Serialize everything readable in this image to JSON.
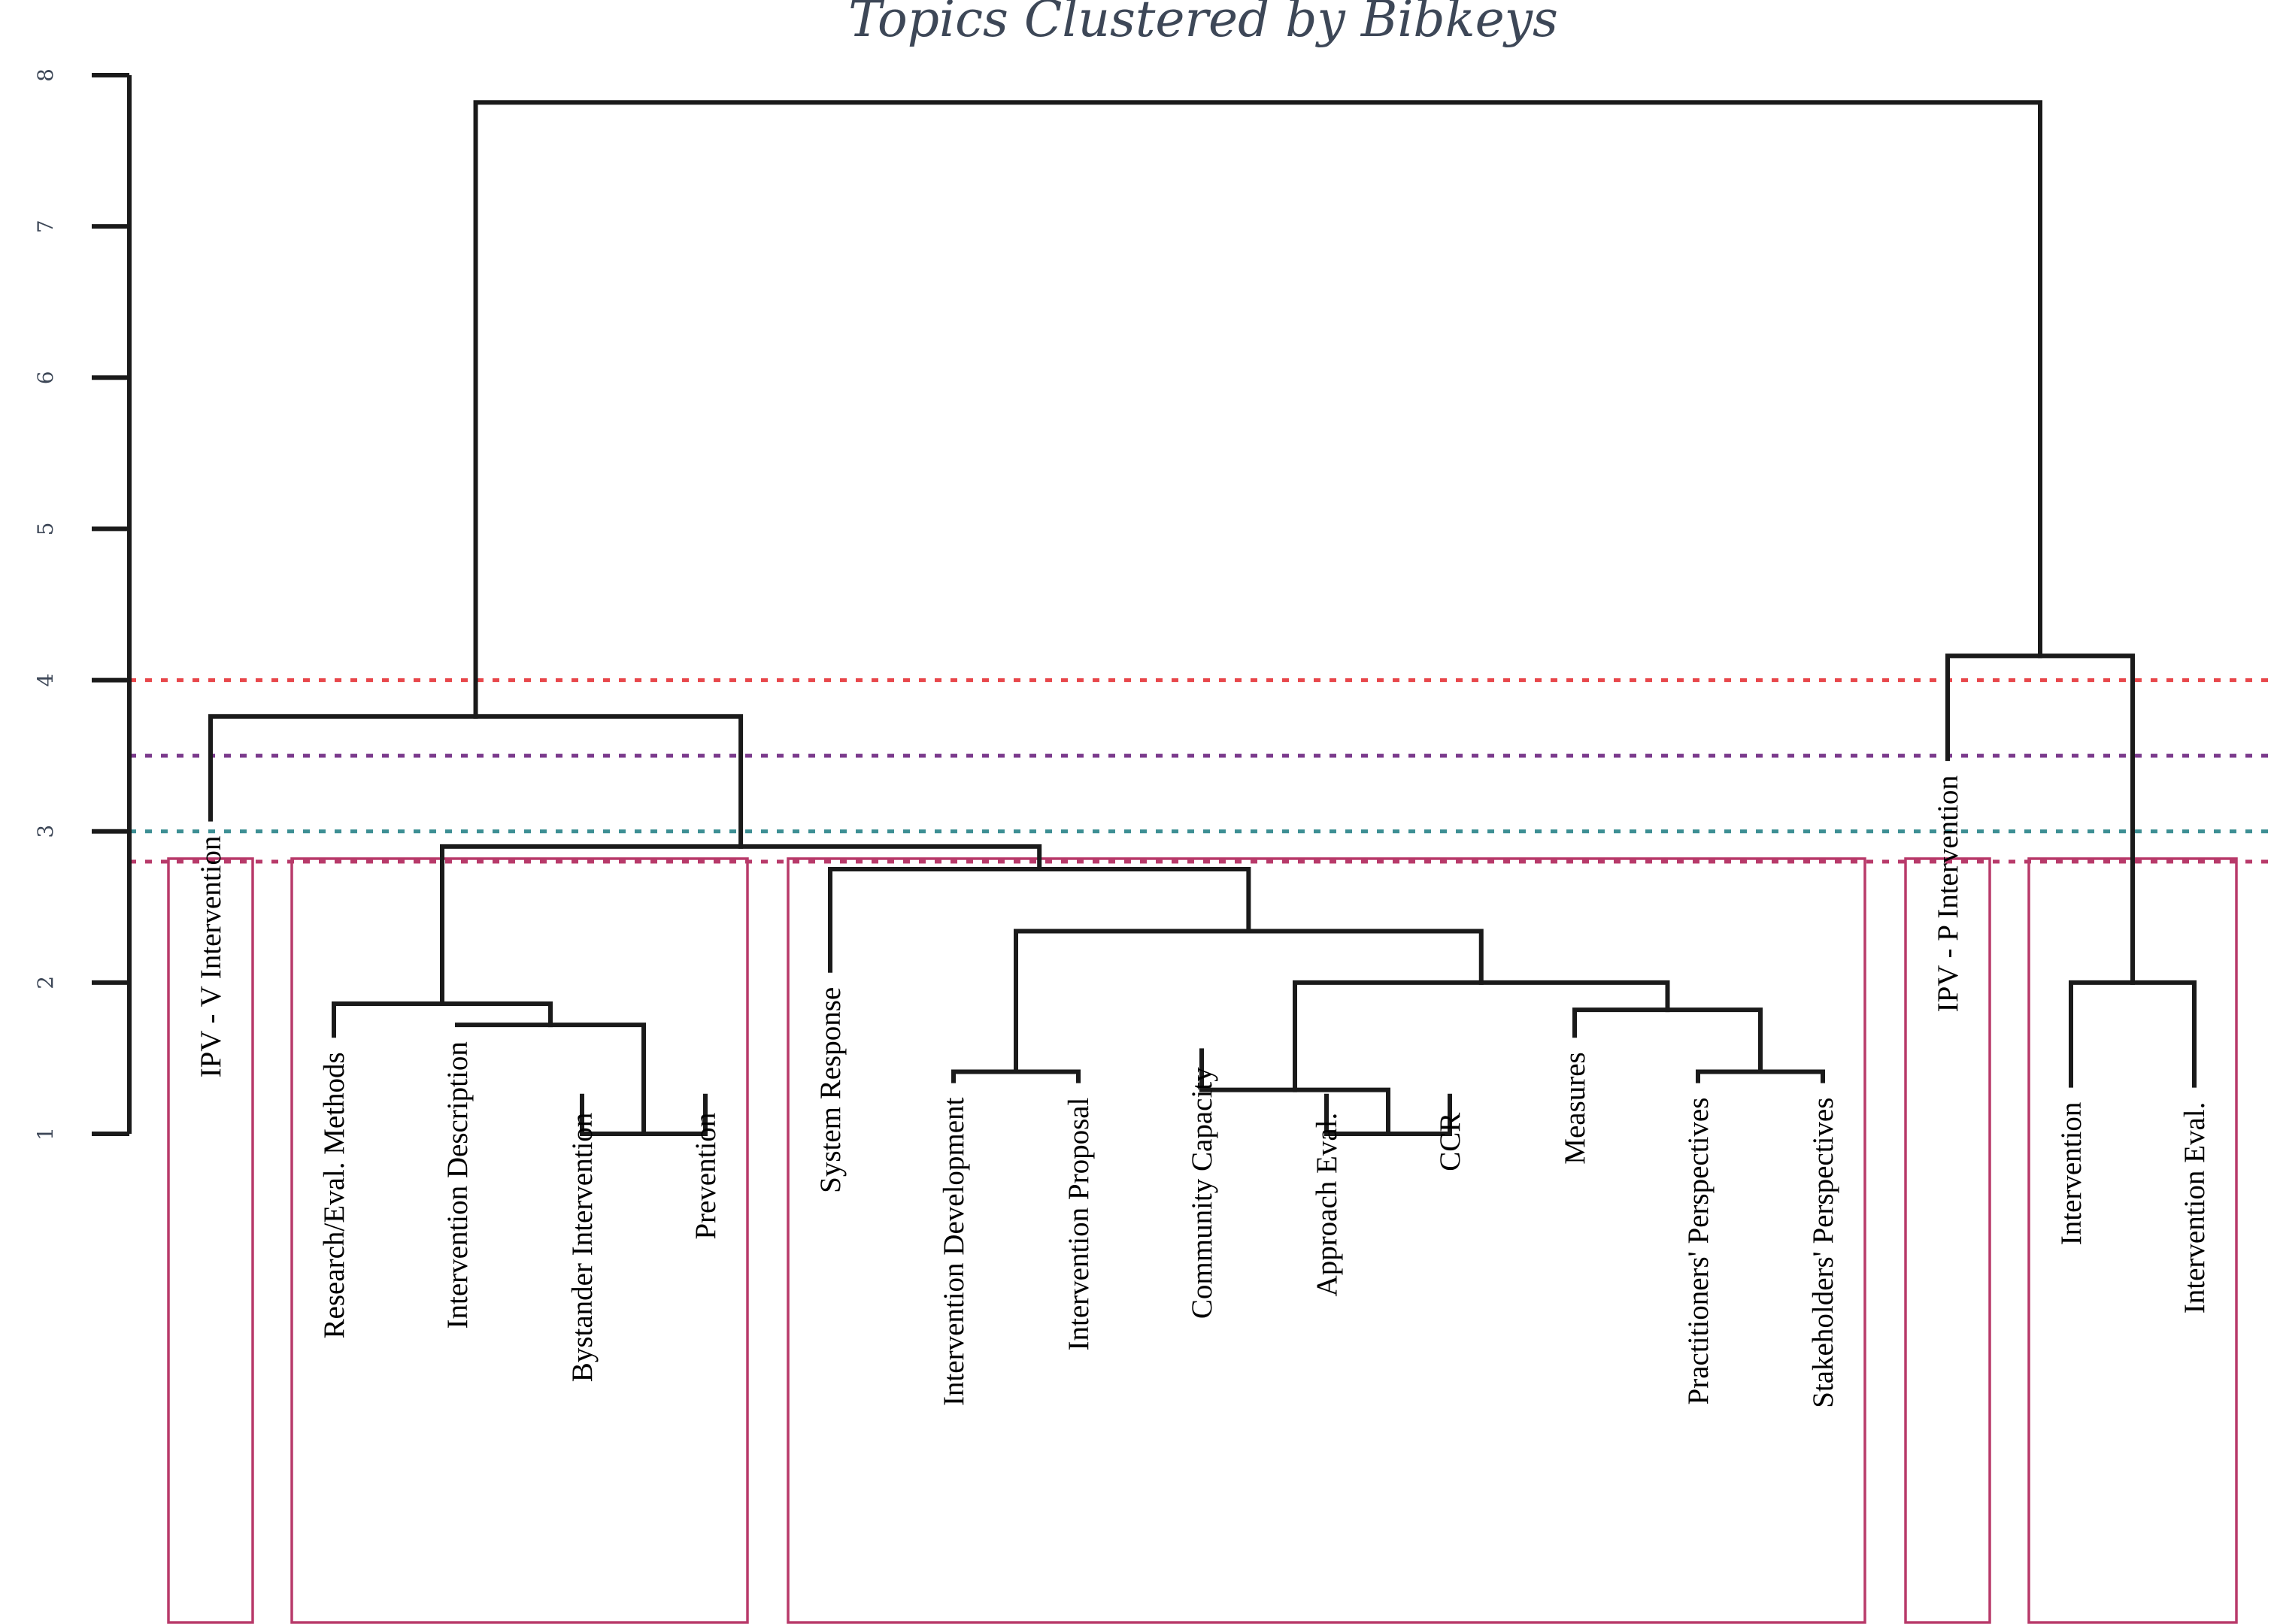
{
  "chart_data": {
    "type": "dendrogram",
    "title": "Topics Clustered by Bibkeys",
    "y_ticks": [
      1,
      2,
      3,
      4,
      5,
      6,
      7,
      8
    ],
    "ylim": [
      1,
      8
    ],
    "leaves": [
      "IPV - V Intervention",
      "Research/Eval. Methods",
      "Intervention Description",
      "Bystander Intervention",
      "Prevention",
      "System Response",
      "Intervention Development",
      "Intervention Proposal",
      "Community Capacity",
      "Approach Eval.",
      "CCR",
      "Measures",
      "Practitioners' Perspectives",
      "Stakeholders' Perspectives",
      "IPV - P Intervention",
      "Intervention",
      "Intervention Eval."
    ],
    "leaf_heights": [
      3.08,
      1.65,
      1.72,
      1.25,
      1.25,
      2.08,
      1.35,
      1.35,
      1.55,
      1.25,
      1.25,
      1.65,
      1.35,
      1.35,
      3.48,
      1.32,
      1.32
    ],
    "merges": [
      {
        "left": 3,
        "right": 4,
        "height": 1.0
      },
      {
        "left": 2,
        "right": 3,
        "height": 1.72
      },
      {
        "left": 1,
        "right": 2,
        "height": 1.86
      },
      {
        "left": 9,
        "right": 10,
        "height": 1.0
      },
      {
        "left": 8,
        "right": 9,
        "height": 1.29
      },
      {
        "left": 12,
        "right": 13,
        "height": 1.41
      },
      {
        "left": 11,
        "right": 12,
        "height": 1.82
      },
      {
        "left": 6,
        "right": 7,
        "height": 1.41
      },
      {
        "left": 15,
        "right": 16,
        "height": 2.0
      },
      {
        "left": 8,
        "right": 11,
        "height": 2.0
      },
      {
        "left": 6,
        "right": 8,
        "height": 2.34
      },
      {
        "left": 5,
        "right": 6,
        "height": 2.75
      },
      {
        "left": 1,
        "right": 5,
        "height": 2.9
      },
      {
        "left": 0,
        "right": 1,
        "height": 3.76
      },
      {
        "left": 14,
        "right": 15,
        "height": 4.16
      },
      {
        "left": 0,
        "right": 14,
        "height": 7.82
      }
    ],
    "cut_lines": [
      {
        "height": 4.0,
        "color": "#e8474b"
      },
      {
        "height": 3.5,
        "color": "#7b3a8c"
      },
      {
        "height": 3.0,
        "color": "#3d8f94"
      },
      {
        "height": 2.8,
        "color": "#b83a6a"
      }
    ],
    "clusters": [
      {
        "leaves": [
          0,
          0
        ],
        "color": "#b83a6a"
      },
      {
        "leaves": [
          1,
          4
        ],
        "color": "#b83a6a"
      },
      {
        "leaves": [
          5,
          13
        ],
        "color": "#b83a6a"
      },
      {
        "leaves": [
          14,
          14
        ],
        "color": "#b83a6a"
      },
      {
        "leaves": [
          15,
          16
        ],
        "color": "#b83a6a"
      }
    ]
  }
}
